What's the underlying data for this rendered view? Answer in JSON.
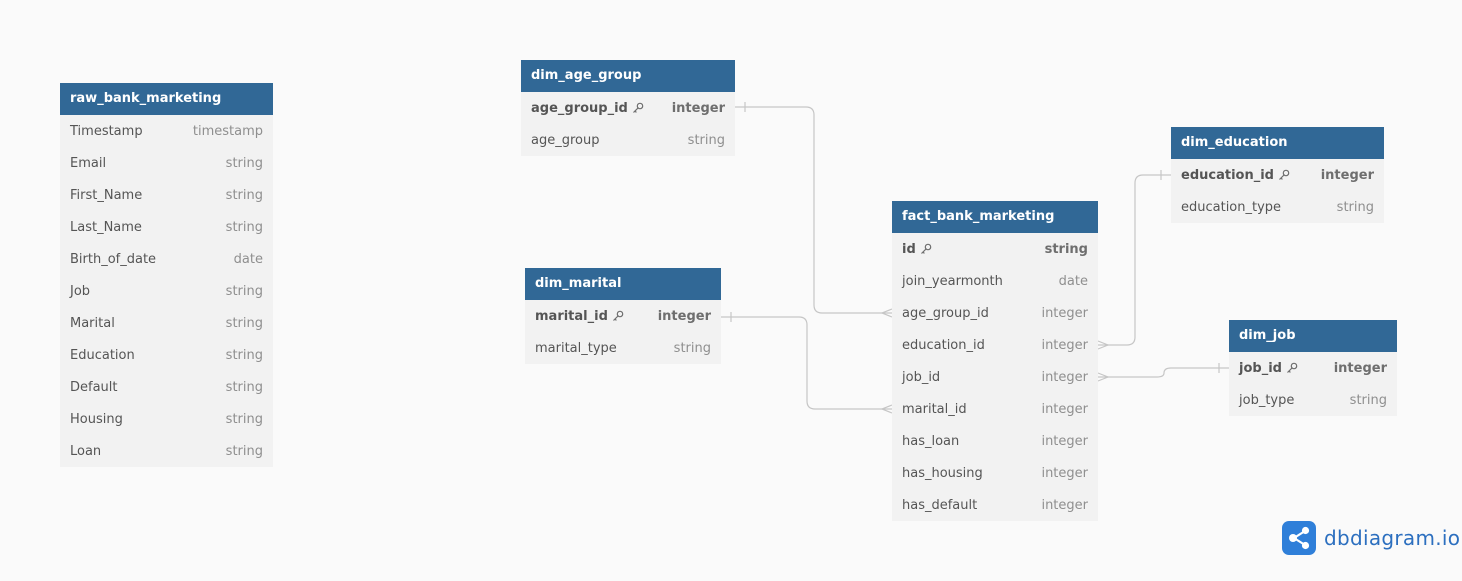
{
  "tables": {
    "raw": {
      "name": "raw_bank_marketing",
      "fields": [
        {
          "name": "Timestamp",
          "type": "timestamp"
        },
        {
          "name": "Email",
          "type": "string"
        },
        {
          "name": "First_Name",
          "type": "string"
        },
        {
          "name": "Last_Name",
          "type": "string"
        },
        {
          "name": "Birth_of_date",
          "type": "date"
        },
        {
          "name": "Job",
          "type": "string"
        },
        {
          "name": "Marital",
          "type": "string"
        },
        {
          "name": "Education",
          "type": "string"
        },
        {
          "name": "Default",
          "type": "string"
        },
        {
          "name": "Housing",
          "type": "string"
        },
        {
          "name": "Loan",
          "type": "string"
        }
      ]
    },
    "age_group": {
      "name": "dim_age_group",
      "fields": [
        {
          "name": "age_group_id",
          "type": "integer",
          "pk": true
        },
        {
          "name": "age_group",
          "type": "string"
        }
      ]
    },
    "marital": {
      "name": "dim_marital",
      "fields": [
        {
          "name": "marital_id",
          "type": "integer",
          "pk": true
        },
        {
          "name": "marital_type",
          "type": "string"
        }
      ]
    },
    "fact": {
      "name": "fact_bank_marketing",
      "fields": [
        {
          "name": "id",
          "type": "string",
          "pk": true
        },
        {
          "name": "join_yearmonth",
          "type": "date"
        },
        {
          "name": "age_group_id",
          "type": "integer"
        },
        {
          "name": "education_id",
          "type": "integer"
        },
        {
          "name": "job_id",
          "type": "integer"
        },
        {
          "name": "marital_id",
          "type": "integer"
        },
        {
          "name": "has_loan",
          "type": "integer"
        },
        {
          "name": "has_housing",
          "type": "integer"
        },
        {
          "name": "has_default",
          "type": "integer"
        }
      ]
    },
    "education": {
      "name": "dim_education",
      "fields": [
        {
          "name": "education_id",
          "type": "integer",
          "pk": true
        },
        {
          "name": "education_type",
          "type": "string"
        }
      ]
    },
    "job": {
      "name": "dim_job",
      "fields": [
        {
          "name": "job_id",
          "type": "integer",
          "pk": true
        },
        {
          "name": "job_type",
          "type": "string"
        }
      ]
    }
  },
  "relationships": [
    {
      "from": "age_group.age_group_id",
      "to": "fact.age_group_id",
      "cardinality": "one-to-many"
    },
    {
      "from": "marital.marital_id",
      "to": "fact.marital_id",
      "cardinality": "one-to-many"
    },
    {
      "from": "education.education_id",
      "to": "fact.education_id",
      "cardinality": "one-to-many"
    },
    {
      "from": "job.job_id",
      "to": "fact.job_id",
      "cardinality": "one-to-many"
    }
  ],
  "brand": {
    "text": "dbdiagram.io",
    "icon": "share-nodes-icon",
    "color": "#2f7fd9"
  },
  "colors": {
    "header": "#316896",
    "table_body": "#f2f2f2",
    "connector": "#c2c2c2"
  }
}
